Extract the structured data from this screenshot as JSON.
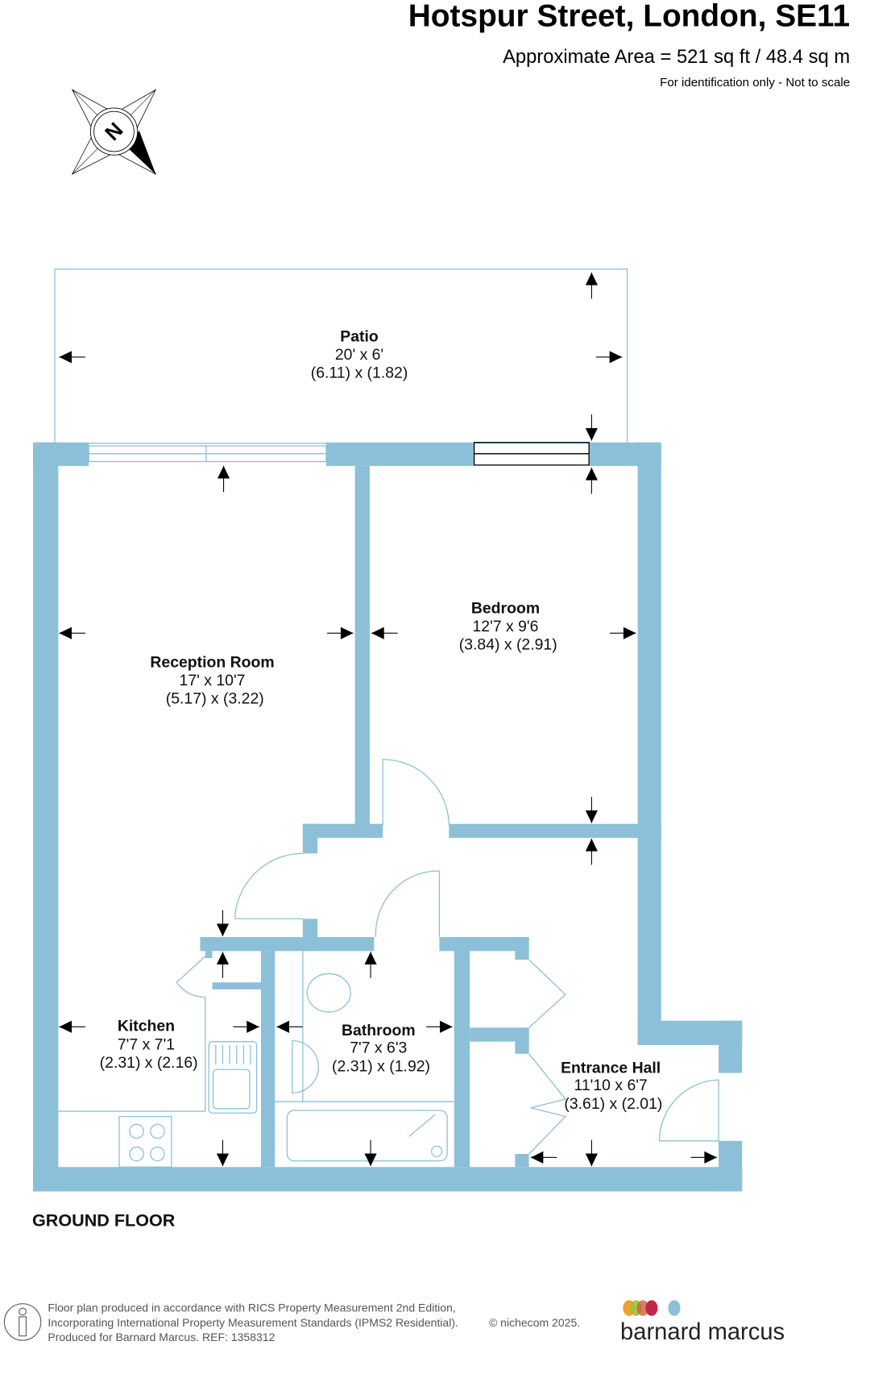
{
  "header": {
    "title": "Hotspur Street, London, SE11",
    "area": "Approximate Area = 521 sq ft / 48.4 sq m",
    "disclaimer": "For identification only - Not to scale"
  },
  "compass": {
    "label": "N"
  },
  "floor_label": "GROUND FLOOR",
  "rooms": [
    {
      "name": "Patio",
      "imperial": "20' x 6'",
      "metric": "(6.11) x (1.82)"
    },
    {
      "name": "Reception Room",
      "imperial": "17' x 10'7",
      "metric": "(5.17) x (3.22)"
    },
    {
      "name": "Bedroom",
      "imperial": "12'7 x 9'6",
      "metric": "(3.84) x (2.91)"
    },
    {
      "name": "Kitchen",
      "imperial": "7'7 x 7'1",
      "metric": "(2.31) x (2.16)"
    },
    {
      "name": "Bathroom",
      "imperial": "7'7 x 6'3",
      "metric": "(2.31) x (1.92)"
    },
    {
      "name": "Entrance Hall",
      "imperial": "11'10 x 6'7",
      "metric": "(3.61) x (2.01)"
    }
  ],
  "footer": {
    "line1": "Floor plan produced in accordance with RICS Property Measurement 2nd Edition,",
    "line2": "Incorporating International Property Measurement Standards (IPMS2 Residential).",
    "copyright": "© nichecom 2025.",
    "line3": "Produced for Barnard Marcus.   REF:  1358312",
    "brand": "barnard marcus"
  },
  "colors": {
    "wall": "#8cc0d8",
    "brand_dots": [
      "#f0a030",
      "#9bc23c",
      "#c0284a",
      "#8cc0d8"
    ]
  }
}
